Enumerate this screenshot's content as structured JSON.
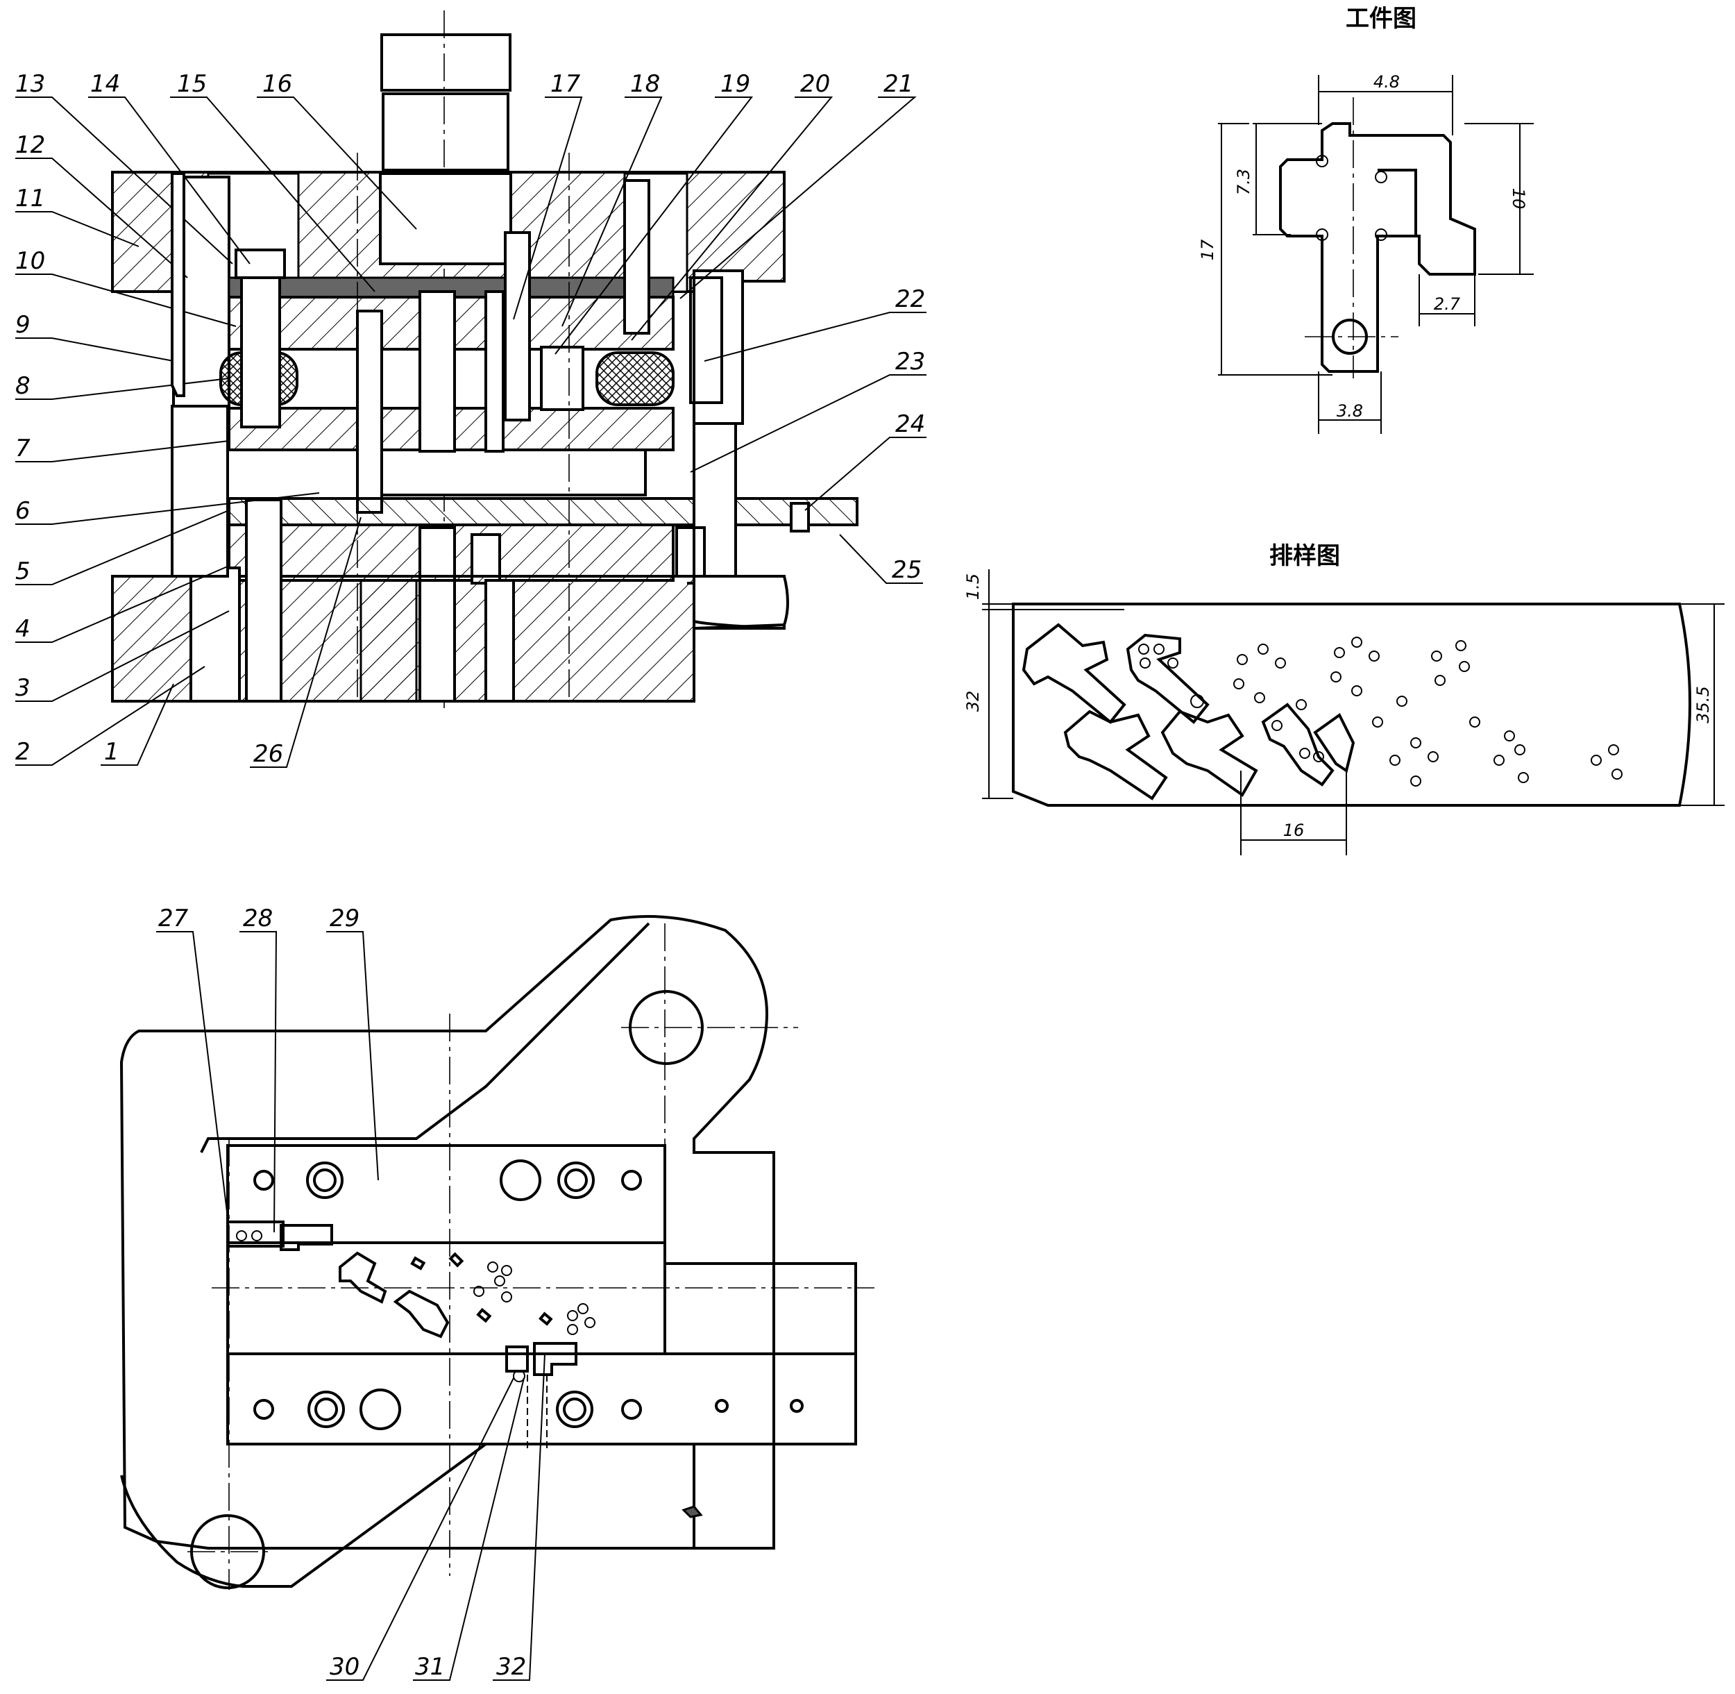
{
  "titles": {
    "workpiece": "工件图",
    "layout": "排样图"
  },
  "part_numbers": [
    "1",
    "2",
    "3",
    "4",
    "5",
    "6",
    "7",
    "8",
    "9",
    "10",
    "11",
    "12",
    "13",
    "14",
    "15",
    "16",
    "17",
    "18",
    "19",
    "20",
    "21",
    "22",
    "23",
    "24",
    "25",
    "26",
    "27",
    "28",
    "29",
    "30",
    "31",
    "32"
  ],
  "workpiece_dims": {
    "width_top": "4.8",
    "height_inner": "7.3",
    "height_overall": "17",
    "height_right": "10",
    "step": "2.7",
    "width_bottom": "3.8"
  },
  "layout_dims": {
    "margin": "1.5",
    "width": "32",
    "strip_width": "35.5",
    "pitch": "16"
  }
}
